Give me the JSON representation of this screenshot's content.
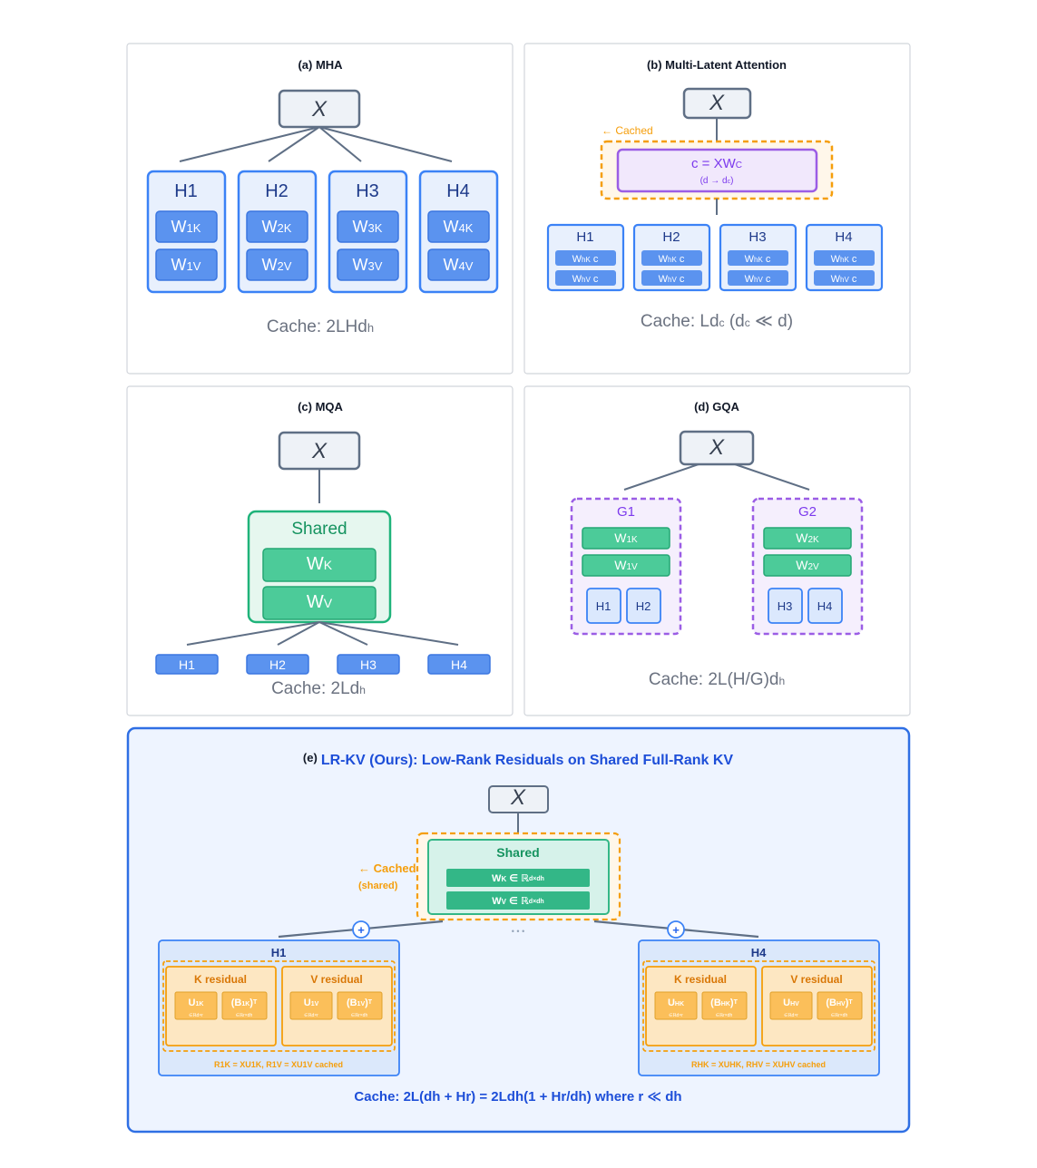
{
  "panel_a": {
    "title": "(a) MHA",
    "x": "X",
    "heads": [
      {
        "label": "H1",
        "k_main": "W",
        "k_sub": "1K",
        "v_main": "W",
        "v_sub": "1V"
      },
      {
        "label": "H2",
        "k_main": "W",
        "k_sub": "2K",
        "v_main": "W",
        "v_sub": "2V"
      },
      {
        "label": "H3",
        "k_main": "W",
        "k_sub": "3K",
        "v_main": "W",
        "v_sub": "3V"
      },
      {
        "label": "H4",
        "k_main": "W",
        "k_sub": "4K",
        "v_main": "W",
        "v_sub": "4V"
      }
    ],
    "cache_main": "Cache: 2LHd",
    "cache_sub": "h"
  },
  "panel_b": {
    "title": "(b) Multi-Latent Attention",
    "x": "X",
    "cached_label": "← Cached",
    "latent_main": "c = XW",
    "latent_sub": "C",
    "latent_note": "(d → d",
    "latent_note_sub": "c",
    "latent_note_end": ")",
    "heads": [
      "H1",
      "H2",
      "H3",
      "H4"
    ],
    "k_main": "W",
    "k_sub": "hK",
    "k_tail": " c",
    "v_main": "W",
    "v_sub": "hV",
    "v_tail": " c",
    "cache_a": "Cache: Ld",
    "cache_sub1": "c",
    "cache_b": " (d",
    "cache_sub2": "c",
    "cache_c": " ≪ d)"
  },
  "panel_c": {
    "title": "(c) MQA",
    "x": "X",
    "shared_label": "Shared",
    "wk_main": "W",
    "wk_sub": "K",
    "wv_main": "W",
    "wv_sub": "V",
    "heads": [
      "H1",
      "H2",
      "H3",
      "H4"
    ],
    "cache_main": "Cache: 2Ld",
    "cache_sub": "h"
  },
  "panel_d": {
    "title": "(d) GQA",
    "x": "X",
    "groups": [
      {
        "label": "G1",
        "k_main": "W",
        "k_sub": "1K",
        "v_main": "W",
        "v_sub": "1V",
        "heads": [
          "H1",
          "H2"
        ]
      },
      {
        "label": "G2",
        "k_main": "W",
        "k_sub": "2K",
        "v_main": "W",
        "v_sub": "2V",
        "heads": [
          "H3",
          "H4"
        ]
      }
    ],
    "cache_main": "Cache: 2L(H/G)d",
    "cache_sub": "h"
  },
  "panel_e": {
    "title_prefix": "(e)",
    "title": "LR-KV (Ours): Low-Rank Residuals on Shared Full-Rank KV",
    "x": "X",
    "cached_label": "← Cached",
    "cached_note": "(shared)",
    "shared_label": "Shared",
    "wk_main": "W",
    "wk_sub": "K",
    "wk_tail": " ∈ ℝ",
    "wk_dim": "d×dh",
    "wv_main": "W",
    "wv_sub": "V",
    "wv_tail": " ∈ ℝ",
    "wv_dim": "d×dh",
    "plus": "+",
    "dots": "• • •",
    "heads": [
      {
        "label": "H1",
        "k_title": "K residual",
        "v_title": "V residual",
        "uk_main": "U",
        "uk_sub": "1K",
        "uk_dim": "∈ℝd×r",
        "bk_main": "(B",
        "bk_sub": "1K",
        "bk_end": ")",
        "bk_sup": "T",
        "bk_dim": "∈ℝr×dh",
        "uv_main": "U",
        "uv_sub": "1V",
        "uv_dim": "∈ℝd×r",
        "bv_main": "(B",
        "bv_sub": "1V",
        "bv_end": ")",
        "bv_sup": "T",
        "bv_dim": "∈ℝr×dh",
        "foot": "R1K = XU1K, R1V = XU1V cached"
      },
      {
        "label": "H4",
        "k_title": "K residual",
        "v_title": "V residual",
        "uk_main": "U",
        "uk_sub": "HK",
        "uk_dim": "∈ℝd×r",
        "bk_main": "(B",
        "bk_sub": "HK",
        "bk_end": ")",
        "bk_sup": "T",
        "bk_dim": "∈ℝr×dh",
        "uv_main": "U",
        "uv_sub": "HV",
        "uv_dim": "∈ℝd×r",
        "bv_main": "(B",
        "bv_sub": "HV",
        "bv_end": ")",
        "bv_sup": "T",
        "bv_dim": "∈ℝr×dh",
        "foot": "RHK = XUHK, RHV = XUHV cached"
      }
    ],
    "cache": "Cache: 2L(dh + Hr) = 2Ldh(1 + Hr/dh) where r ≪ dh"
  },
  "colors": {
    "blue_border": "#3b82f6",
    "blue_fill": "#eef4ff",
    "blue_block": "#5b93ef",
    "green_border": "#1fb37a",
    "green_block": "#4ccb99",
    "purple": "#9b5de5",
    "orange": "#f59e0b",
    "gray": "#64748b"
  }
}
